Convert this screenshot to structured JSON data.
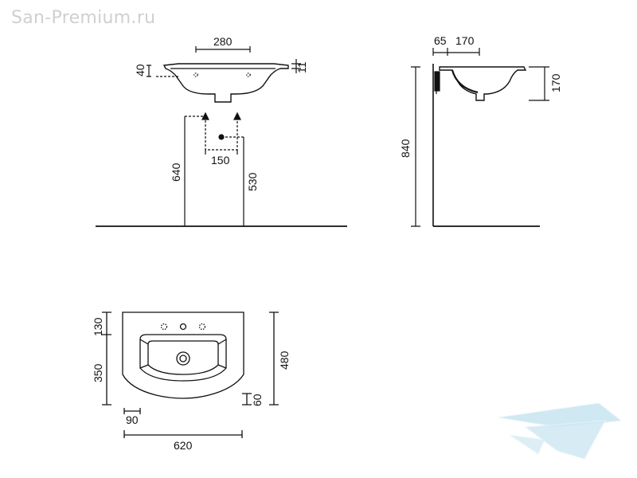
{
  "watermark": {
    "text": "San-Premium.ru"
  },
  "front_view": {
    "dim_280": "280",
    "dim_40": "40",
    "dim_11": "11",
    "dim_150": "150",
    "dim_640": "640",
    "dim_530": "530"
  },
  "side_view": {
    "dim_65": "65",
    "dim_170_top": "170",
    "dim_170_right": "170",
    "dim_840": "840"
  },
  "top_view": {
    "dim_130": "130",
    "dim_350": "350",
    "dim_480": "480",
    "dim_60": "60",
    "dim_90": "90",
    "dim_620": "620"
  },
  "colors": {
    "line": "#111111",
    "watermark": "#d0d0d0",
    "logo": "#cfe8f2"
  }
}
